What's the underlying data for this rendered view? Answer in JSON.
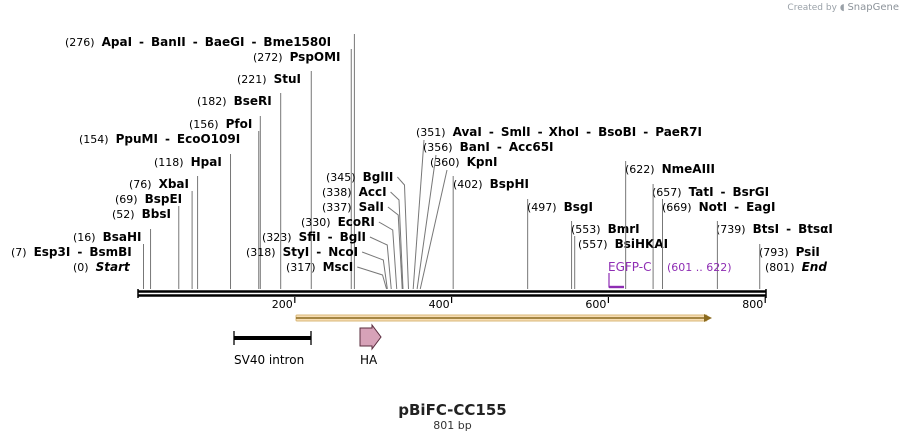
{
  "watermark": {
    "prefix": "Created by",
    "brand": "SnapGene"
  },
  "map": {
    "name": "pBiFC-CC155",
    "length_label": "801 bp",
    "length": 801
  },
  "ruler": {
    "ticks": [
      {
        "pos": 200,
        "label": "200"
      },
      {
        "pos": 400,
        "label": "400"
      },
      {
        "pos": 600,
        "label": "600"
      },
      {
        "pos": 800,
        "label": "800"
      }
    ]
  },
  "features": {
    "sv40": {
      "label": "SV40 intron"
    },
    "ha": {
      "label": "HA"
    },
    "egfp": {
      "name": "EGFP-C",
      "range": "(601 .. 622)",
      "color": "#8e2db3"
    }
  },
  "colors": {
    "orf_fill": "#f7ddb2",
    "orf_stroke": "#8a6a1f",
    "ha_fill": "#d7a2b8"
  },
  "sites": [
    {
      "pos": 0,
      "pos_label": "(0)",
      "names": [
        "Start"
      ],
      "italic": true
    },
    {
      "pos": 7,
      "pos_label": "(7)",
      "names": [
        "Esp3I",
        "BsmBI"
      ]
    },
    {
      "pos": 16,
      "pos_label": "(16)",
      "names": [
        "BsaHI"
      ]
    },
    {
      "pos": 52,
      "pos_label": "(52)",
      "names": [
        "BbsI"
      ]
    },
    {
      "pos": 69,
      "pos_label": "(69)",
      "names": [
        "BspEI"
      ]
    },
    {
      "pos": 76,
      "pos_label": "(76)",
      "names": [
        "XbaI"
      ]
    },
    {
      "pos": 118,
      "pos_label": "(118)",
      "names": [
        "HpaI"
      ]
    },
    {
      "pos": 154,
      "pos_label": "(154)",
      "names": [
        "PpuMI",
        "EcoO109I"
      ]
    },
    {
      "pos": 156,
      "pos_label": "(156)",
      "names": [
        "PfoI"
      ]
    },
    {
      "pos": 182,
      "pos_label": "(182)",
      "names": [
        "BseRI"
      ]
    },
    {
      "pos": 221,
      "pos_label": "(221)",
      "names": [
        "StuI"
      ]
    },
    {
      "pos": 272,
      "pos_label": "(272)",
      "names": [
        "PspOMI"
      ]
    },
    {
      "pos": 276,
      "pos_label": "(276)",
      "names": [
        "ApaI",
        "BanII",
        "BaeGI",
        "Bme1580I"
      ]
    },
    {
      "pos": 317,
      "pos_label": "(317)",
      "names": [
        "MscI"
      ]
    },
    {
      "pos": 318,
      "pos_label": "(318)",
      "names": [
        "StyI",
        "NcoI"
      ]
    },
    {
      "pos": 323,
      "pos_label": "(323)",
      "names": [
        "SfiI",
        "BglI"
      ]
    },
    {
      "pos": 330,
      "pos_label": "(330)",
      "names": [
        "EcoRI"
      ]
    },
    {
      "pos": 337,
      "pos_label": "(337)",
      "names": [
        "SalI"
      ]
    },
    {
      "pos": 338,
      "pos_label": "(338)",
      "names": [
        "AccI"
      ]
    },
    {
      "pos": 345,
      "pos_label": "(345)",
      "names": [
        "BglII"
      ]
    },
    {
      "pos": 351,
      "pos_label": "(351)",
      "names": [
        "AvaI",
        "SmlI",
        "XhoI",
        "BsoBI",
        "PaeR7I"
      ]
    },
    {
      "pos": 356,
      "pos_label": "(356)",
      "names": [
        "BanI",
        "Acc65I"
      ]
    },
    {
      "pos": 360,
      "pos_label": "(360)",
      "names": [
        "KpnI"
      ]
    },
    {
      "pos": 402,
      "pos_label": "(402)",
      "names": [
        "BspHI"
      ]
    },
    {
      "pos": 497,
      "pos_label": "(497)",
      "names": [
        "BsgI"
      ]
    },
    {
      "pos": 553,
      "pos_label": "(553)",
      "names": [
        "BmrI"
      ]
    },
    {
      "pos": 557,
      "pos_label": "(557)",
      "names": [
        "BsiHKAI"
      ]
    },
    {
      "pos": 622,
      "pos_label": "(622)",
      "names": [
        "NmeAIII"
      ]
    },
    {
      "pos": 657,
      "pos_label": "(657)",
      "names": [
        "TatI",
        "BsrGI"
      ]
    },
    {
      "pos": 669,
      "pos_label": "(669)",
      "names": [
        "NotI",
        "EagI"
      ]
    },
    {
      "pos": 739,
      "pos_label": "(739)",
      "names": [
        "BtsI",
        "BtsαI"
      ]
    },
    {
      "pos": 793,
      "pos_label": "(793)",
      "names": [
        "PsiI"
      ]
    },
    {
      "pos": 801,
      "pos_label": "(801)",
      "names": [
        "End"
      ],
      "italic": true
    }
  ]
}
